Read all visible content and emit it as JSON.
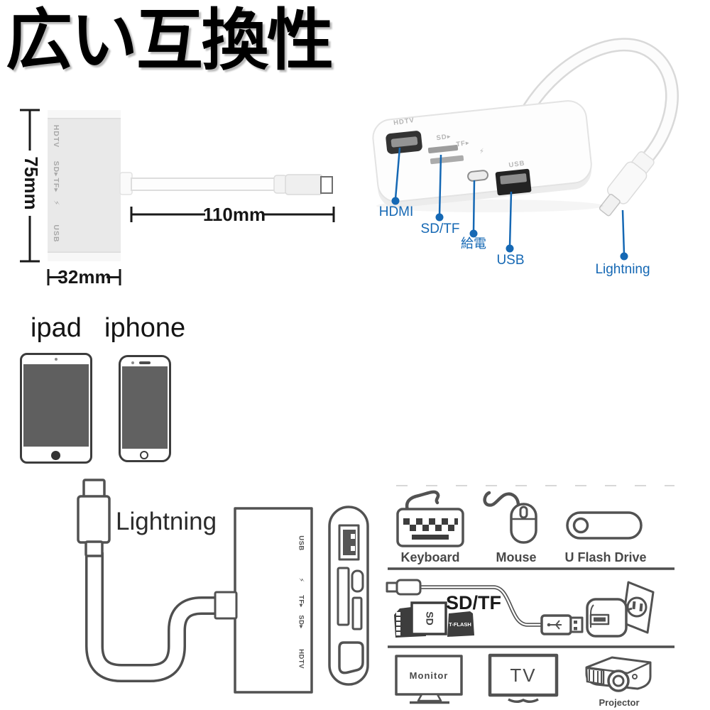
{
  "title": "広い互換性",
  "colors": {
    "accent_blue": "#1568b4",
    "line_art_gray": "#525252"
  },
  "left_product": {
    "height_label": "75mm",
    "cable_length_label": "110mm",
    "width_label": "32mm",
    "port_labels": [
      "HDTV",
      "SD▸",
      "TF▸",
      "⚡",
      "USB"
    ]
  },
  "right_product": {
    "body_labels": [
      "HDTV",
      "SD▸",
      "TF▸",
      "⚡",
      "USB"
    ],
    "callouts": {
      "hdmi": "HDMI",
      "sd_tf": "SD/TF",
      "power": "給電",
      "usb": "USB",
      "lightning": "Lightning"
    }
  },
  "devices": {
    "ipad": "ipad",
    "iphone": "iphone"
  },
  "connection_diagram": {
    "lightning_label": "Lightning",
    "port_labels": [
      "USB",
      "⚡",
      "TF▸",
      "SD▸",
      "HDTV"
    ]
  },
  "peripherals": {
    "row1": {
      "keyboard": "Keyboard",
      "mouse": "Mouse",
      "flash_drive": "U Flash Drive"
    },
    "row2": {
      "title": "SD/TF",
      "sd_card": "SD",
      "tf_card": "T-FLASH"
    },
    "row3": {
      "monitor": "Monitor",
      "tv": "TV",
      "projector": "Projector"
    }
  }
}
